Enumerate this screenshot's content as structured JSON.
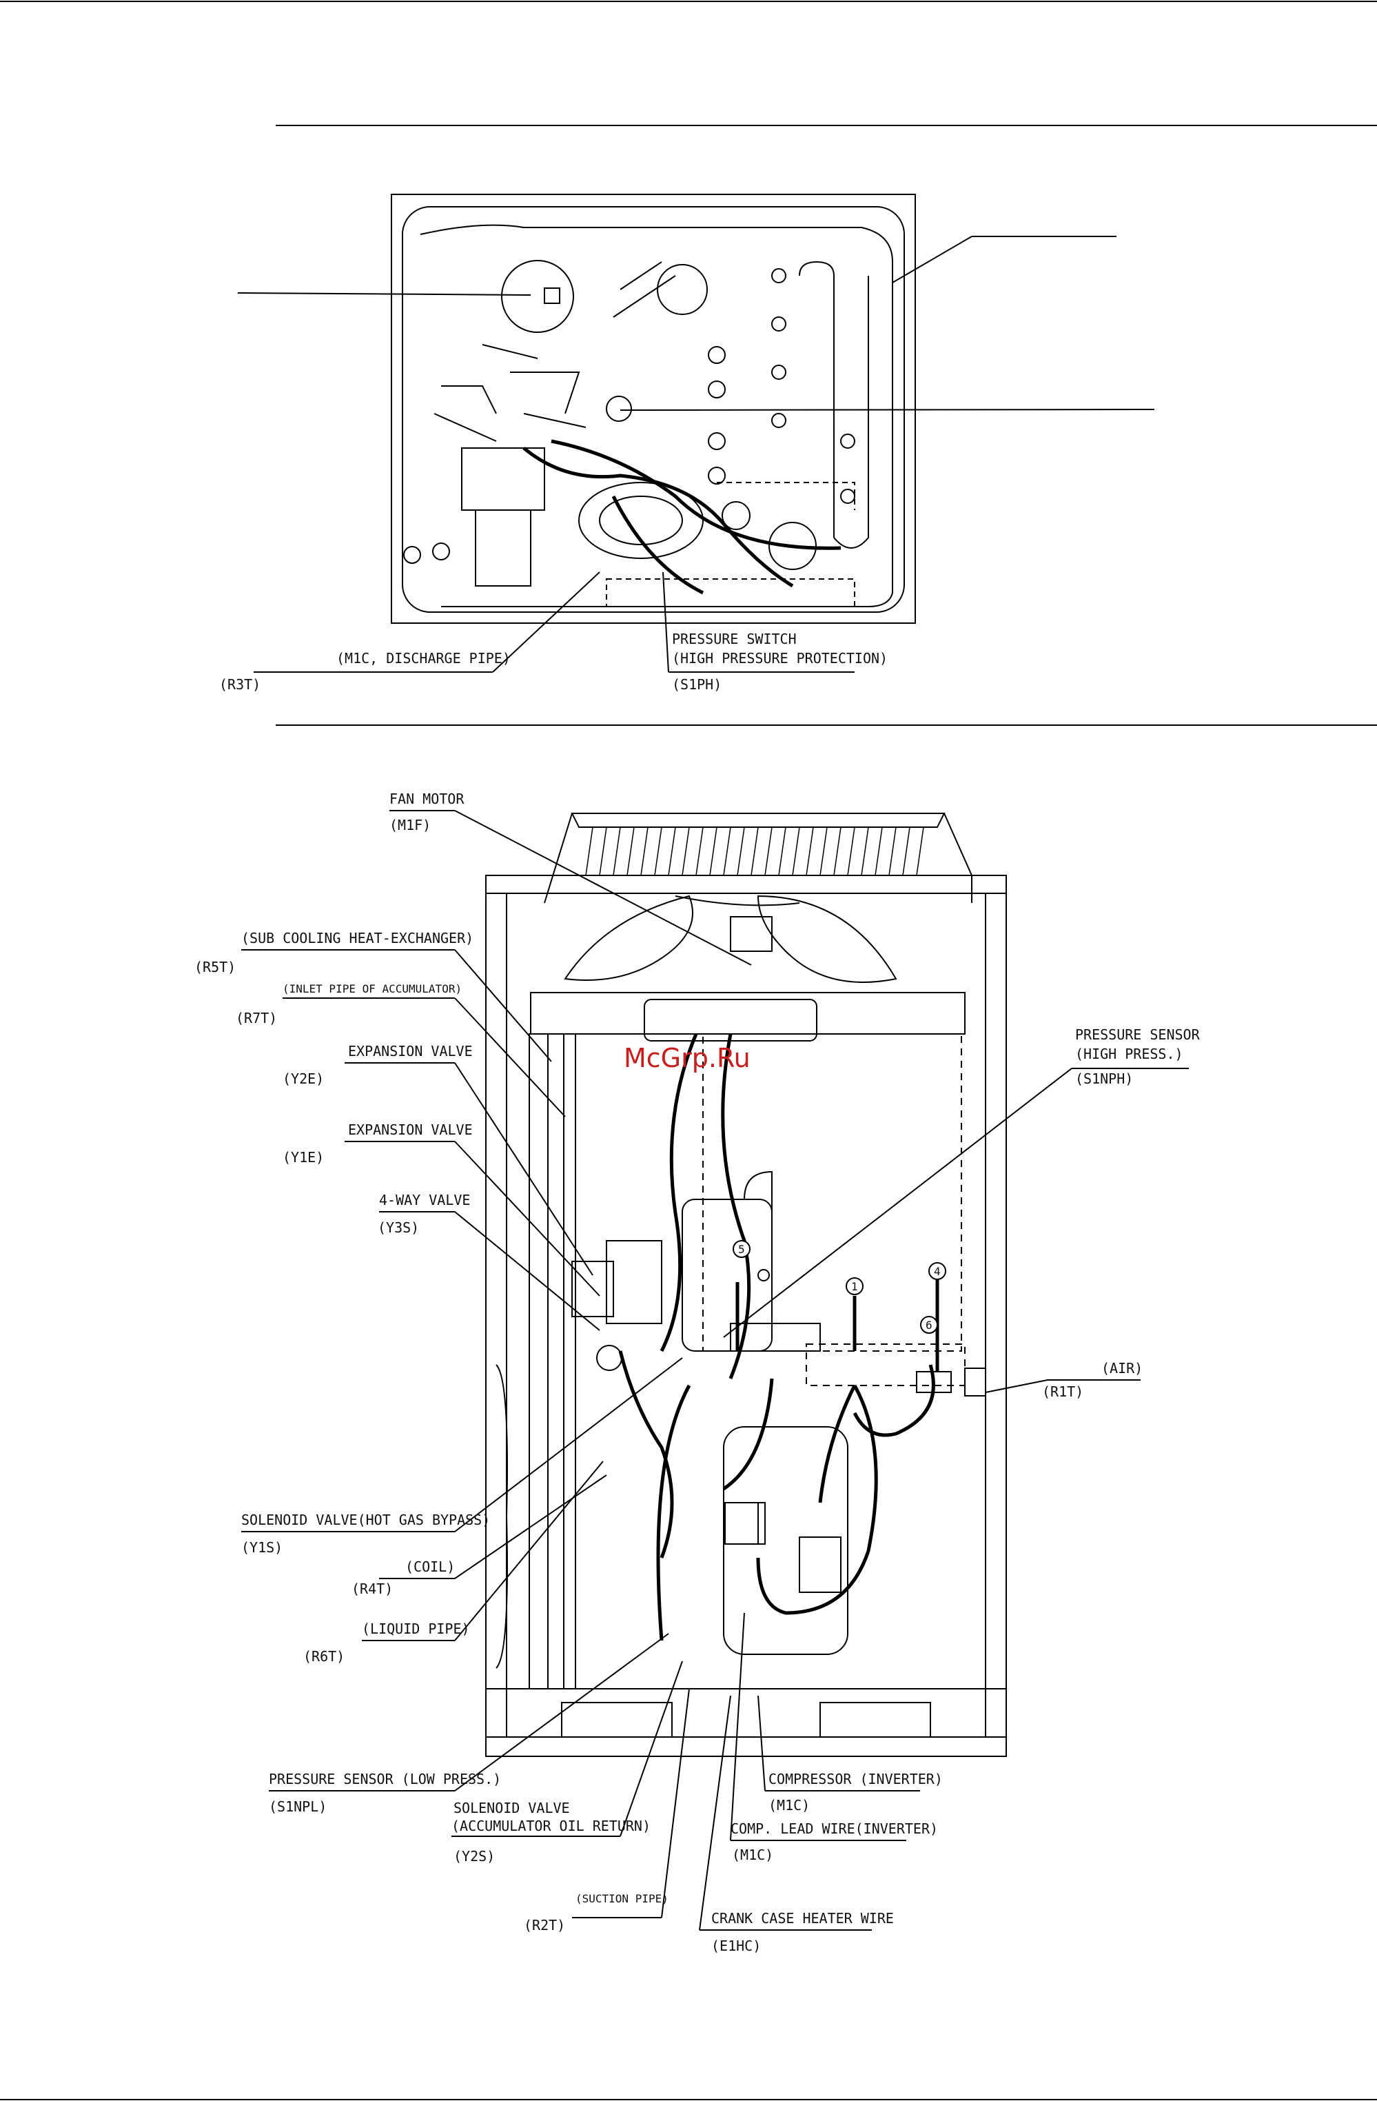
{
  "watermark": "McGrp.Ru",
  "top_view": {
    "labels": {
      "m1c_discharge_pipe": "(M1C, DISCHARGE PIPE)",
      "r3t": "(R3T)",
      "pressure_switch": "PRESSURE SWITCH",
      "high_pressure_protection": "(HIGH PRESSURE PROTECTION)",
      "s1ph": "(S1PH)"
    }
  },
  "front_view": {
    "labels": {
      "fan_motor": "FAN MOTOR",
      "m1f": "(M1F)",
      "sub_cooling": "(SUB COOLING HEAT-EXCHANGER)",
      "r5t": "(R5T)",
      "inlet_pipe": "(INLET PIPE OF ACCUMULATOR)",
      "r7t": "(R7T)",
      "expansion_valve_1": "EXPANSION VALVE",
      "y2e": "(Y2E)",
      "expansion_valve_2": "EXPANSION VALVE",
      "y1e": "(Y1E)",
      "four_way_valve": "4-WAY VALVE",
      "y3s": "(Y3S)",
      "pressure_sensor_high": "PRESSURE SENSOR",
      "high_press": "(HIGH PRESS.)",
      "s1nph": "(S1NPH)",
      "air": "(AIR)",
      "r1t": "(R1T)",
      "solenoid_hot_gas": "SOLENOID VALVE(HOT GAS BYPASS)",
      "y1s": "(Y1S)",
      "coil": "(COIL)",
      "r4t": "(R4T)",
      "liquid_pipe": "(LIQUID PIPE)",
      "r6t": "(R6T)",
      "pressure_sensor_low": "PRESSURE SENSOR (LOW PRESS.)",
      "s1npl": "(S1NPL)",
      "solenoid_valve": "SOLENOID VALVE",
      "accumulator_oil_return": "(ACCUMULATOR OIL RETURN)",
      "y2s": "(Y2S)",
      "suction_pipe": "(SUCTION PIPE)",
      "r2t": "(R2T)",
      "compressor_inverter": "COMPRESSOR (INVERTER)",
      "m1c_a": "(M1C)",
      "comp_lead_wire": "COMP. LEAD WIRE(INVERTER)",
      "m1c_b": "(M1C)",
      "crank_case_heater": "CRANK CASE HEATER WIRE",
      "e1hc": "(E1HC)",
      "marker_5": "5",
      "marker_1": "1",
      "marker_4": "4",
      "marker_6": "6"
    }
  }
}
